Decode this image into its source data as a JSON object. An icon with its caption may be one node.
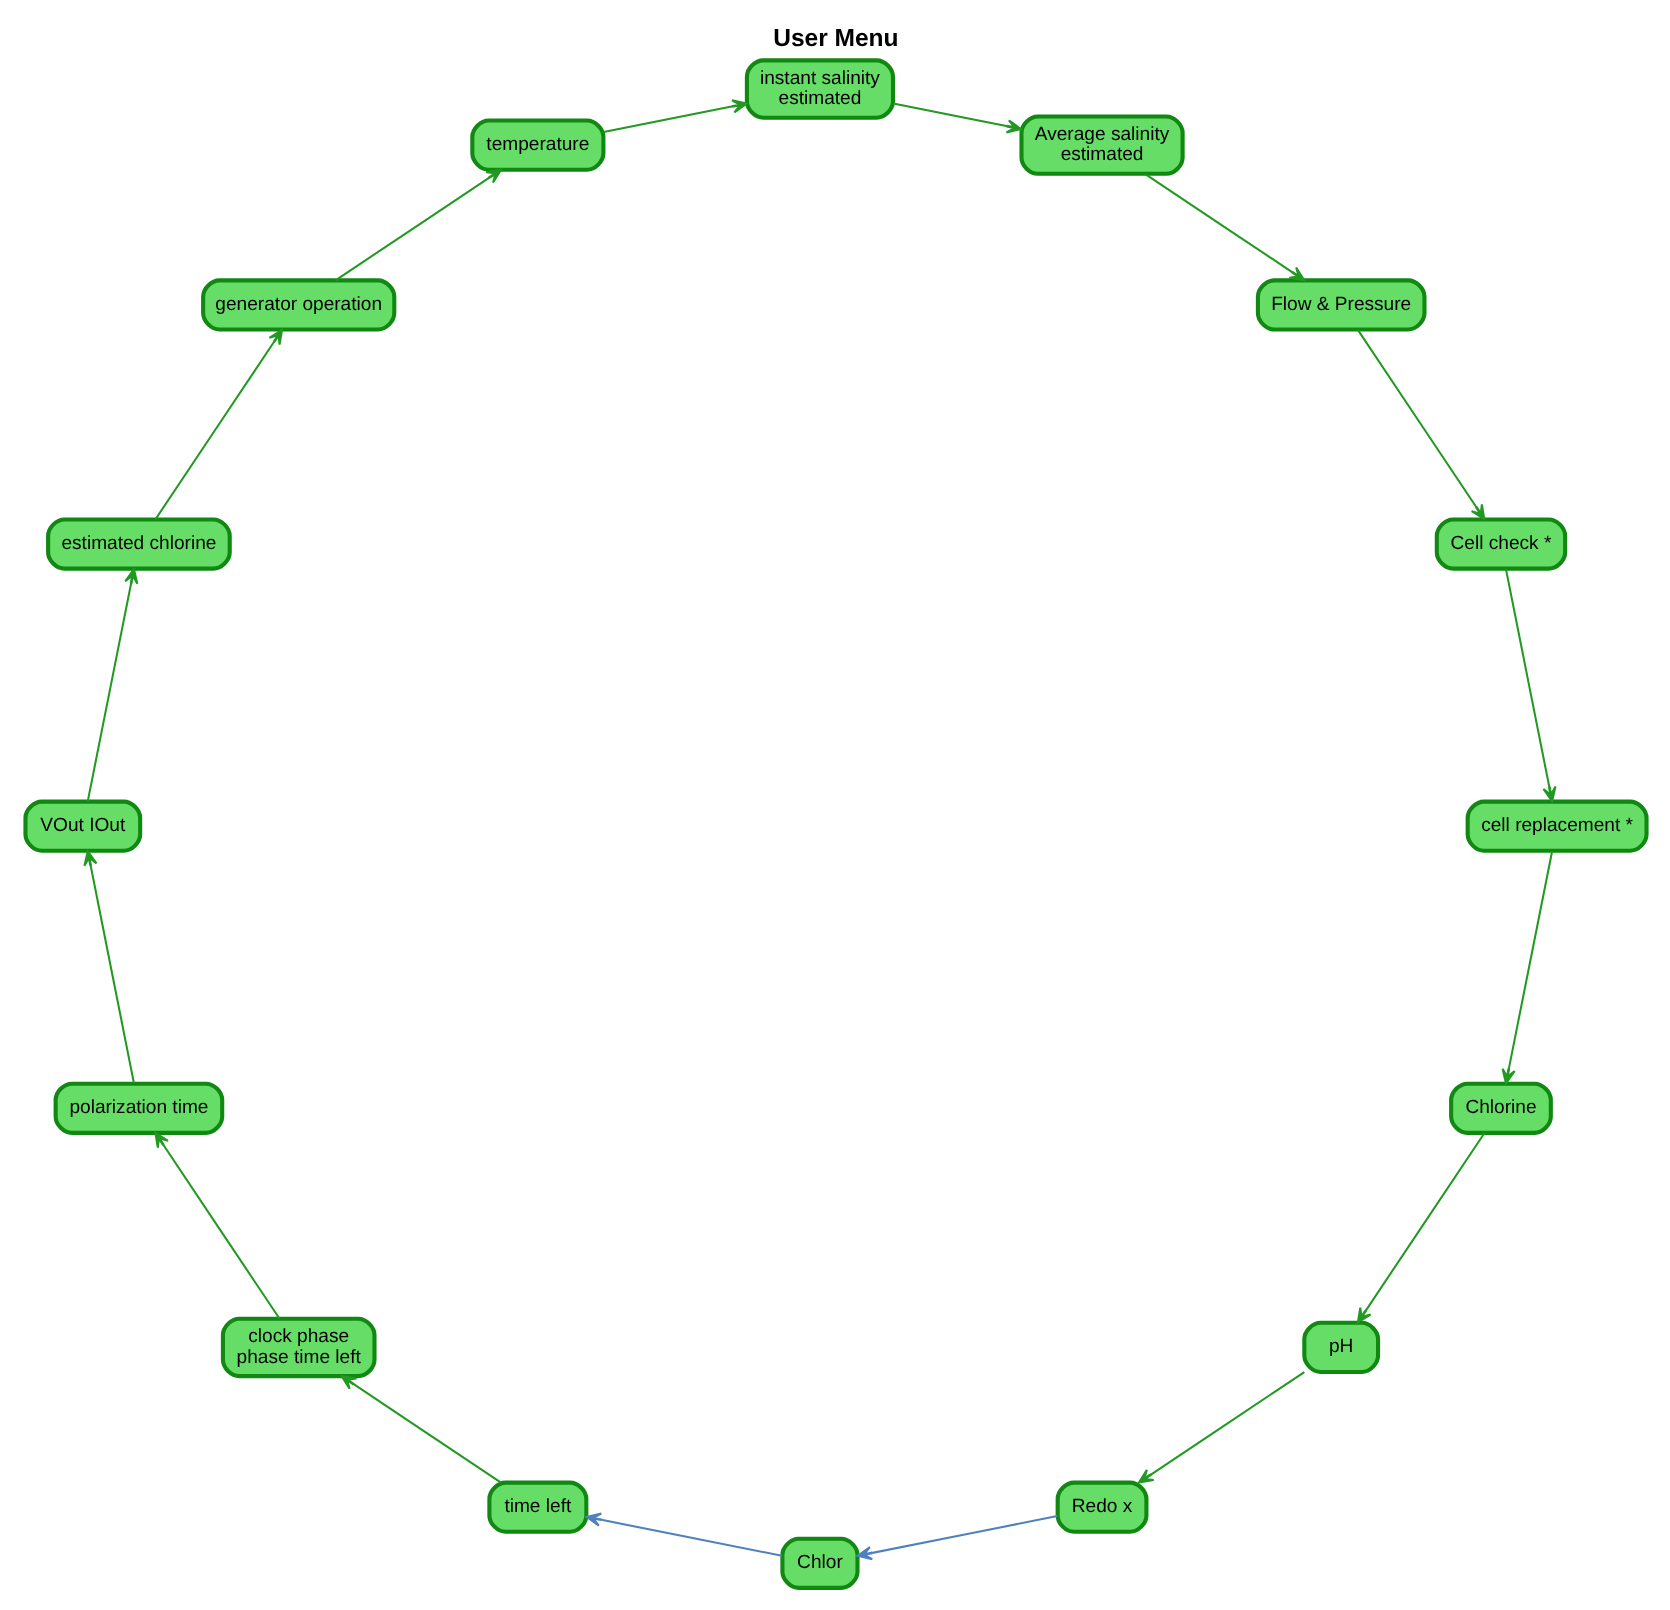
{
  "diagram": {
    "title": "User Menu",
    "nodes": [
      {
        "text": [
          "Chlorine"
        ]
      },
      {
        "text": [
          "pH"
        ]
      },
      {
        "text": [
          "Redo x"
        ]
      },
      {
        "text": [
          "Chlor"
        ]
      },
      {
        "text": [
          "time left"
        ]
      },
      {
        "text": [
          "clock phase",
          "phase time left"
        ]
      },
      {
        "text": [
          "polarization time"
        ]
      },
      {
        "text": [
          "VOut IOut"
        ]
      },
      {
        "text": [
          "estimated chlorine"
        ]
      },
      {
        "text": [
          "generator operation"
        ]
      },
      {
        "text": [
          "temperature"
        ]
      },
      {
        "text": [
          "instant salinity",
          "estimated"
        ]
      },
      {
        "text": [
          "Average salinity",
          "estimated"
        ]
      },
      {
        "text": [
          "Flow & Pressure"
        ]
      },
      {
        "text": [
          "Cell check *"
        ]
      },
      {
        "text": [
          "cell replacement *"
        ]
      }
    ],
    "edges": [
      {
        "from": 0,
        "to": 1,
        "arrow": "to"
      },
      {
        "from": 1,
        "to": 2,
        "arrow": "to"
      },
      {
        "from": 2,
        "to": 3,
        "arrow": "to",
        "color": "#4f81bd"
      },
      {
        "from": 3,
        "to": 4,
        "arrow": "to",
        "color": "#4f81bd"
      },
      {
        "from": 4,
        "to": 5,
        "arrow": "to"
      },
      {
        "from": 5,
        "to": 6,
        "arrow": "to"
      },
      {
        "from": 6,
        "to": 7,
        "arrow": "to"
      },
      {
        "from": 7,
        "to": 8,
        "arrow": "to"
      },
      {
        "from": 8,
        "to": 9,
        "arrow": "to"
      },
      {
        "from": 9,
        "to": 10,
        "arrow": "to"
      },
      {
        "from": 10,
        "to": 11,
        "arrow": "to"
      },
      {
        "from": 11,
        "to": 12,
        "arrow": "to"
      },
      {
        "from": 12,
        "to": 13,
        "arrow": "to"
      },
      {
        "from": 13,
        "to": 14,
        "arrow": "to"
      },
      {
        "from": 14,
        "to": 15,
        "arrow": "to"
      },
      {
        "from": 15,
        "to": 0,
        "arrow": "to"
      }
    ]
  }
}
